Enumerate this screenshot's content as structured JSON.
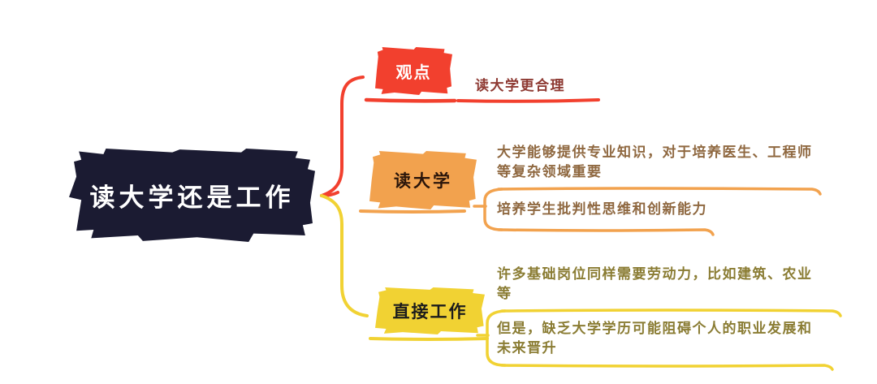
{
  "canvas": {
    "background": "#ffffff"
  },
  "root": {
    "label": "读大学还是工作",
    "bg_color": "#1b1b32",
    "text_color": "#ffffff"
  },
  "branches": [
    {
      "id": "viewpoint",
      "label": "观点",
      "color": "#f2402e",
      "label_color": "#ffffff",
      "leaf_color": "#8e3a33",
      "children": [
        {
          "text": "读大学更合理"
        }
      ]
    },
    {
      "id": "university",
      "label": "读大学",
      "color": "#f2a24e",
      "label_color": "#2a150a",
      "leaf_color": "#8f6840",
      "children": [
        {
          "text": "大学能够提供专业知识，对于培养医生、工程师等复杂领域重要"
        },
        {
          "text": "培养学生批判性思维和创新能力"
        }
      ]
    },
    {
      "id": "work",
      "label": "直接工作",
      "color": "#f1d233",
      "label_color": "#1c1c1c",
      "leaf_color": "#8a7c33",
      "children": [
        {
          "text": "许多基础岗位同样需要劳动力，比如建筑、农业等"
        },
        {
          "text": "但是，缺乏大学学历可能阻碍个人的职业发展和未来晋升"
        }
      ]
    }
  ]
}
